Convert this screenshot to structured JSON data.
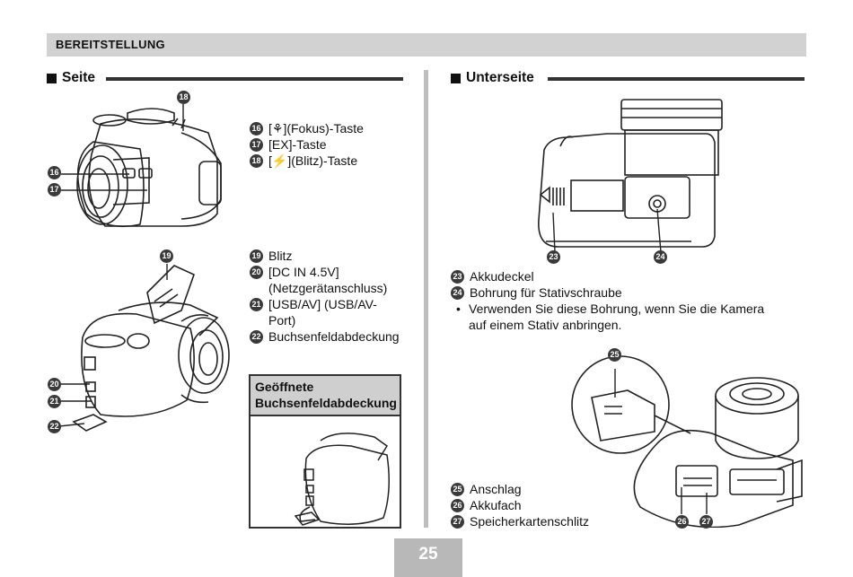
{
  "header": {
    "title": "BEREITSTELLUNG"
  },
  "left": {
    "section_title": "Seite",
    "group1": [
      {
        "n": "16",
        "text": "[⚘](Fokus)-Taste"
      },
      {
        "n": "17",
        "text": "[EX]-Taste"
      },
      {
        "n": "18",
        "text": "[⚡](Blitz)-Taste"
      }
    ],
    "group2": [
      {
        "n": "19",
        "text": "Blitz"
      },
      {
        "n": "20",
        "text": "[DC IN 4.5V]"
      },
      {
        "n": "",
        "text": "(Netzgerätanschluss)"
      },
      {
        "n": "21",
        "text": "[USB/AV] (USB/AV-"
      },
      {
        "n": "",
        "text": "Port)"
      },
      {
        "n": "22",
        "text": "Buchsenfeldabdeckung"
      }
    ],
    "box_title_1": "Geöffnete",
    "box_title_2": "Buchsenfeldabdeckung",
    "callouts": {
      "c16": "16",
      "c17": "17",
      "c18": "18",
      "c19": "19",
      "c20": "20",
      "c21": "21",
      "c22": "22"
    }
  },
  "right": {
    "section_title": "Unterseite",
    "group1": [
      {
        "n": "23",
        "text": "Akkudeckel"
      },
      {
        "n": "24",
        "text": "Bohrung für Stativschraube"
      }
    ],
    "bullet_1": "Verwenden Sie diese Bohrung, wenn Sie die Kamera",
    "bullet_2": "auf einem Stativ anbringen.",
    "group2": [
      {
        "n": "25",
        "text": "Anschlag"
      },
      {
        "n": "26",
        "text": "Akkufach"
      },
      {
        "n": "27",
        "text": "Speicherkartenschlitz"
      }
    ],
    "callouts": {
      "c23": "23",
      "c24": "24",
      "c25": "25",
      "c26": "26",
      "c27": "27"
    }
  },
  "footer": {
    "page_number": "25"
  }
}
